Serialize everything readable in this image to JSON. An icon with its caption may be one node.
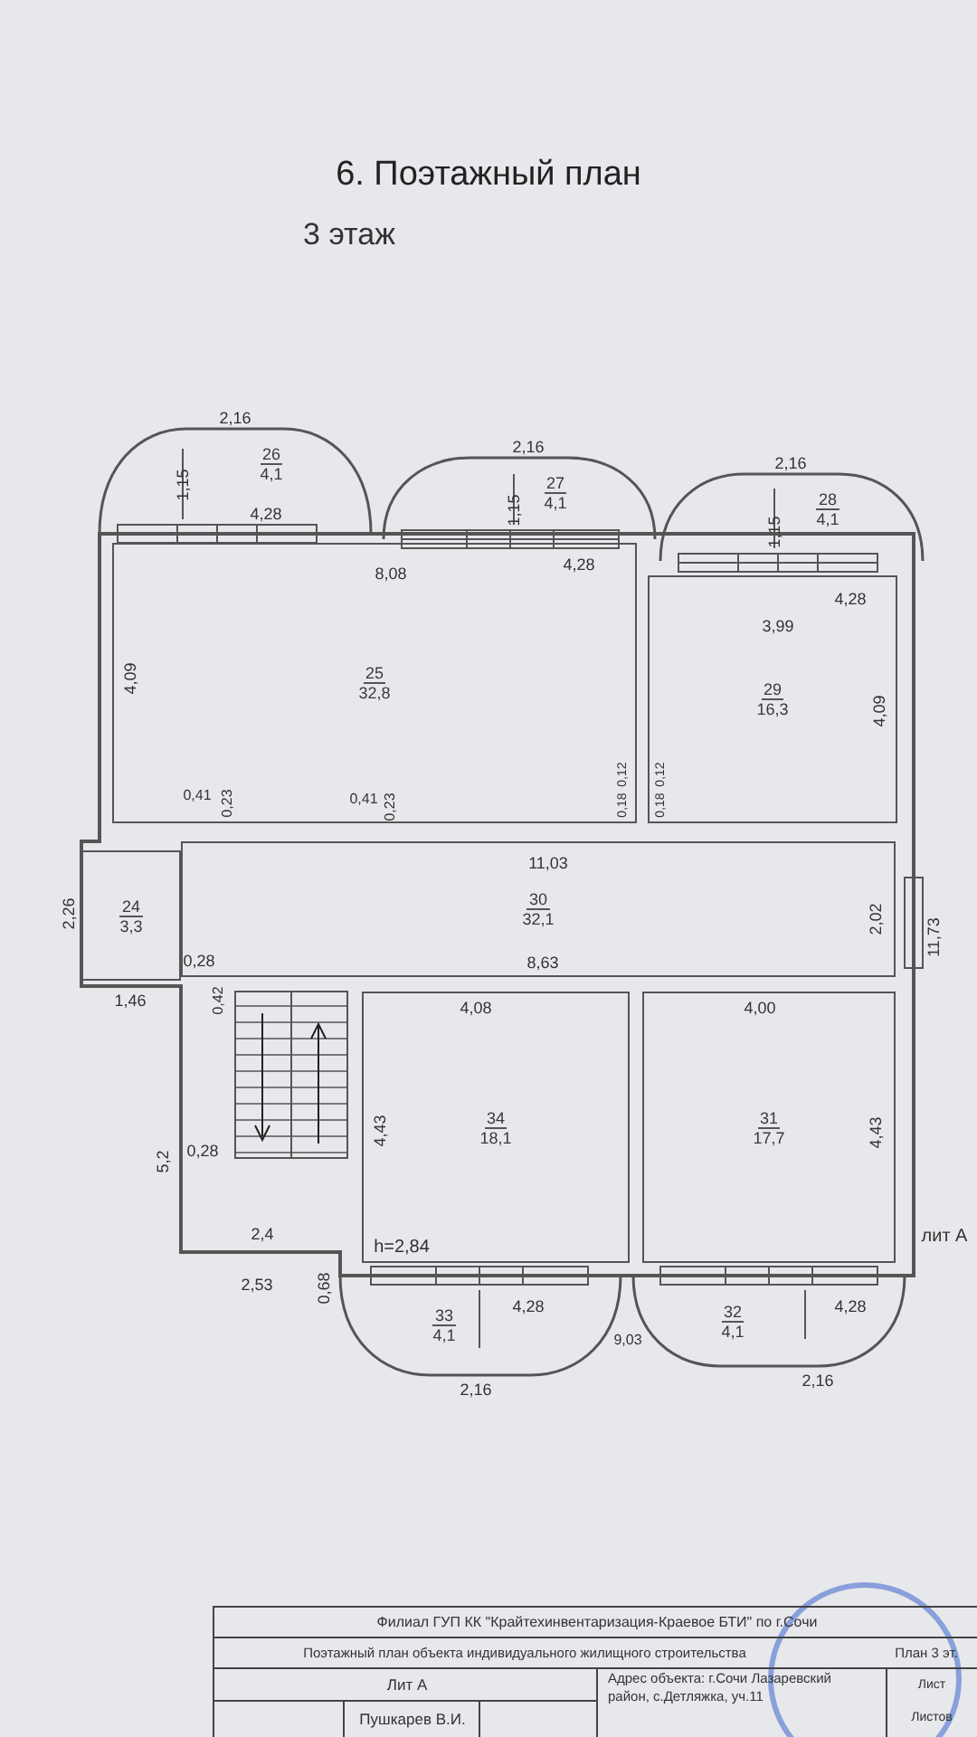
{
  "diagram": {
    "title": "6. Поэтажный план",
    "nodes": [
      {
        "text": [
          "26",
          "4,1"
        ]
      },
      {
        "text": [
          "27",
          "4,1"
        ]
      },
      {
        "text": [
          "28",
          "4,1"
        ]
      },
      {
        "text": [
          "25",
          "32,8"
        ]
      },
      {
        "text": [
          "29",
          "16,3"
        ]
      },
      {
        "text": [
          "24",
          "3,3"
        ]
      },
      {
        "text": [
          "30",
          "32,1"
        ]
      },
      {
        "text": [
          "34",
          "18,1"
        ]
      },
      {
        "text": [
          "31",
          "17,7"
        ]
      },
      {
        "text": [
          "33",
          "4,1"
        ]
      },
      {
        "text": [
          "32",
          "4,1"
        ]
      }
    ],
    "labels": [
      "3 этаж",
      "2,16",
      "1,15",
      "4,28",
      "2,16",
      "1,15",
      "4,28",
      "8,08",
      "2,16",
      "1,15",
      "4,28",
      "3,99",
      "4,09",
      "4,09",
      "0,41",
      "0,23",
      "0,41",
      "0,23",
      "0,12",
      "0,18",
      "0,12",
      "0,18",
      "11,03",
      "2,26",
      "2,02",
      "11,73",
      "0,28",
      "0,42",
      "8,63",
      "1,46",
      "4,08",
      "4,00",
      "4,43",
      "4,43",
      "5,2",
      "0,28",
      "2,4",
      "лит А",
      "h=2,84",
      "2,53",
      "0,68",
      "4,28",
      "9,03",
      "4,28",
      "2,16",
      "2,16",
      "Филиал ГУП КК \"Крайтехинвентаризация-Краевое БТИ\" по г.Сочи",
      "Поэтажный план объекта индивидуального жилищного строительства",
      "План 3 эт.",
      "Лит А",
      "Пушкарев В.И.",
      "Адрес объекта: г.Сочи Лазаревский район, с.Детляжка, уч.11",
      "Лист",
      "Листов"
    ]
  }
}
